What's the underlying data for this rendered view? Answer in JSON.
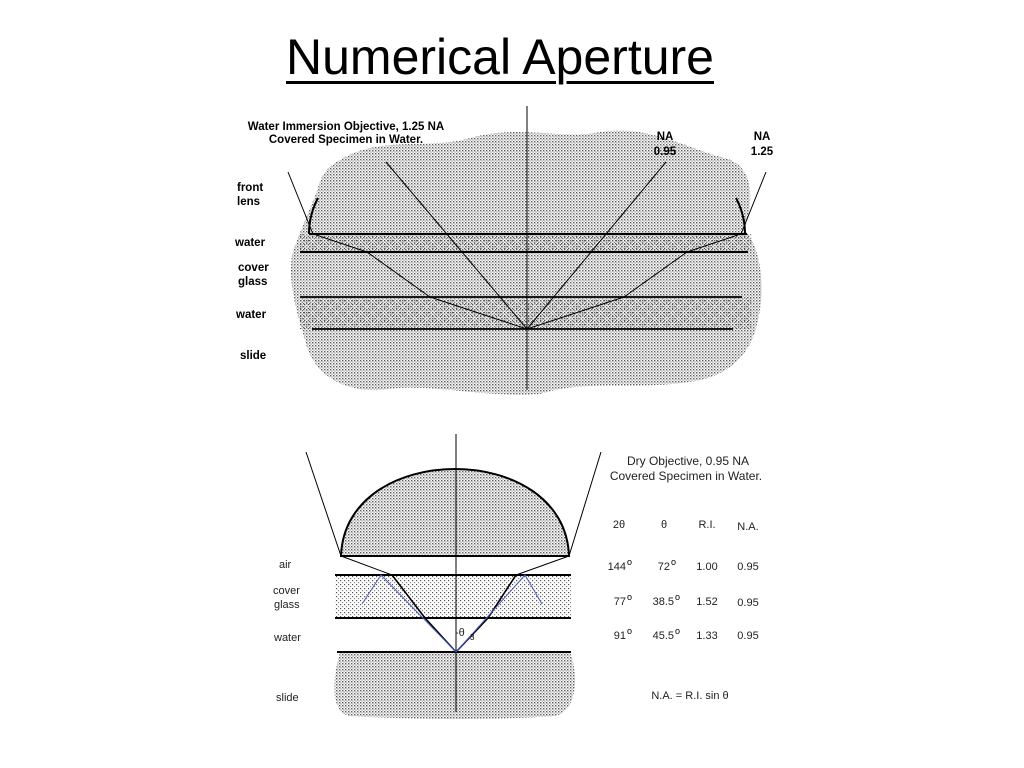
{
  "slide": {
    "title": "Numerical Aperture"
  },
  "water_diagram": {
    "heading_line1": "Water Immersion Objective, 1.25 NA",
    "heading_line2": "Covered Specimen in Water.",
    "na_left": {
      "label": "NA",
      "value": "0.95"
    },
    "na_right": {
      "label": "NA",
      "value": "1.25"
    },
    "layers": {
      "front_lens_1": "front",
      "front_lens_2": "lens",
      "water_top": "water",
      "cover_1": "cover",
      "cover_2": "glass",
      "water_bottom": "water",
      "slide": "slide"
    }
  },
  "dry_diagram": {
    "heading_line1": "Dry Objective, 0.95 NA",
    "heading_line2": "Covered Specimen in Water.",
    "theta_label": "-θ",
    "theta_sub": "3",
    "layers": {
      "air": "air",
      "cover_1": "cover",
      "cover_2": "glass",
      "water": "water",
      "slide": "slide"
    },
    "table": {
      "headers": [
        "2θ",
        "θ",
        "R.I.",
        "N.A."
      ],
      "rows": [
        {
          "two_theta": "144",
          "theta": "72",
          "ri": "1.00",
          "na": "0.95"
        },
        {
          "two_theta": "77",
          "theta": "38.5",
          "ri": "1.52",
          "na": "0.95"
        },
        {
          "two_theta": "91",
          "theta": "45.5",
          "ri": "1.33",
          "na": "0.95"
        }
      ],
      "degree_symbol": "o"
    },
    "formula": "N.A. = R.I. sin θ"
  },
  "colors": {
    "ink": "#000000",
    "ray_blue": "#4a5fc1"
  }
}
